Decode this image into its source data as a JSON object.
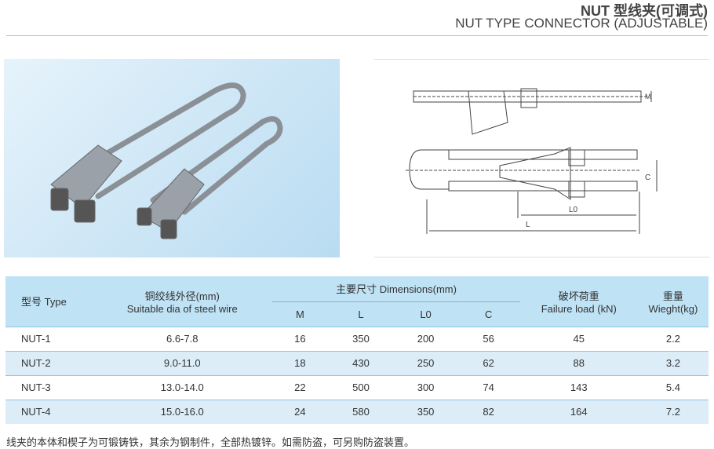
{
  "title_cn": "NUT 型线夹(可调式)",
  "title_en": "NUT TYPE CONNECTOR (ADJUSTABLE)",
  "diagram_labels": {
    "m": "M",
    "c": "C",
    "l0": "L0",
    "l": "L"
  },
  "table": {
    "headers": {
      "type": "型号 Type",
      "wire_cn": "铜绞线外径(mm)",
      "wire_en": "Suitable dia of steel wire",
      "dims": "主要尺寸 Dimensions(mm)",
      "m": "M",
      "l": "L",
      "l0": "L0",
      "c": "C",
      "load_cn": "破坏荷重",
      "load_en": "Failure load (kN)",
      "weight_cn": "重量",
      "weight_en": "Wieght(kg)"
    },
    "rows": [
      [
        "NUT-1",
        "6.6-7.8",
        "16",
        "350",
        "200",
        "56",
        "45",
        "2.2"
      ],
      [
        "NUT-2",
        "9.0-11.0",
        "18",
        "430",
        "250",
        "62",
        "88",
        "3.2"
      ],
      [
        "NUT-3",
        "13.0-14.0",
        "22",
        "500",
        "300",
        "74",
        "143",
        "5.4"
      ],
      [
        "NUT-4",
        "15.0-16.0",
        "24",
        "580",
        "350",
        "82",
        "164",
        "7.2"
      ]
    ]
  },
  "note": "线夹的本体和楔子为可锻铸铁，其余为钢制件，全部热镀锌。如需防盗，可另购防盗装置。"
}
